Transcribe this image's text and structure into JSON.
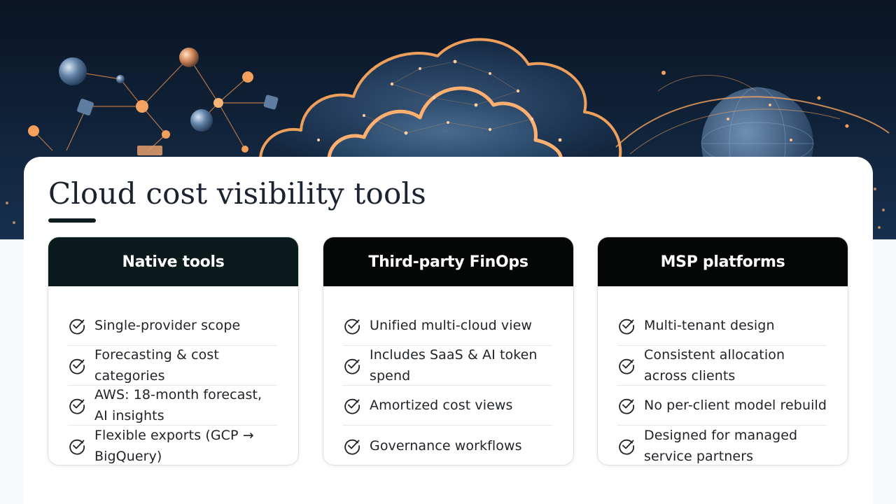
{
  "slide": {
    "title": "Cloud cost visibility tools"
  },
  "hero": {
    "image": "cloud-network-illustration",
    "colors": {
      "sky": "#0d1a2e",
      "glow": "#f2a25c"
    }
  },
  "columns": [
    {
      "header": "Native tools",
      "items": [
        "Single-provider scope",
        "Forecasting & cost categories",
        "AWS: 18-month forecast, AI insights",
        "Flexible exports (GCP → BigQuery)"
      ]
    },
    {
      "header": "Third-party FinOps",
      "items": [
        "Unified multi-cloud view",
        "Includes SaaS & AI token spend",
        "Amortized cost views",
        "Governance workflows"
      ]
    },
    {
      "header": "MSP platforms",
      "items": [
        "Multi-tenant design",
        "Consistent allocation across clients",
        "No per-client model rebuild",
        "Designed for managed service partners"
      ]
    }
  ],
  "icons": {
    "list_item": "check-circle-icon"
  }
}
